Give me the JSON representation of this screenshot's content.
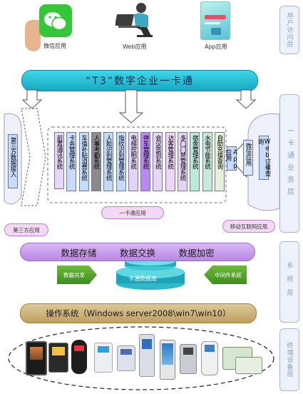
{
  "top_apps": [
    {
      "label": "微信应用",
      "icon": "wechat-icon"
    },
    {
      "label": "Web应用",
      "icon": "laptop-user-icon"
    },
    {
      "label": "App应用",
      "icon": "app-book-icon"
    }
  ],
  "t3_title": "“T3”数字企业一卡通",
  "left_module": "第三方数据接入",
  "left_pill": "第三方应用",
  "modules": [
    {
      "label": "前置通讯系统",
      "color": "#e9d7f7"
    },
    {
      "label": "卡务管理系统",
      "color": "#c7dcfa"
    },
    {
      "label": "车值补贴消费系统",
      "color": "#c5ddfc"
    },
    {
      "label": "人事考勤系统",
      "color": "#8a8a8a"
    },
    {
      "label": "人脸识别管理系统",
      "color": "#c2dbfb"
    },
    {
      "label": "指纹识别管理系统",
      "color": "#c6dcfb"
    },
    {
      "label": "电梯控制系统",
      "color": "#e6d3f6"
    },
    {
      "label": "停车管理系统",
      "color": "#b989ee"
    },
    {
      "label": "会议签到系统",
      "color": "#e8d5f6"
    },
    {
      "label": "访客管理系统",
      "color": "#efd5f1"
    },
    {
      "label": "多门门禁管理系统",
      "color": "#e6d3f4"
    },
    {
      "label": "宿舍管理系统",
      "color": "#bde9d6"
    },
    {
      "label": "水电节能系统",
      "color": "#c7ebd4"
    },
    {
      "label": "自助充值查询",
      "color": "#e7f1d9"
    }
  ],
  "center_pill": "一卡通应用",
  "mobile_modules": [
    "App应用",
    "微信应用",
    "Web订餐查询"
  ],
  "mobile_pill": "移动互联网应用",
  "storage_items": [
    "数据存储",
    "数据交换",
    "数据加密"
  ],
  "left_arrow": "数据共享",
  "right_arrow": "中间件系统",
  "database": "卡通数据库",
  "os_bar": "操作系统（Windows server2008\\win7\\win10）",
  "layers": [
    "用户访问层",
    "一卡通业务层",
    "系统层",
    "终端设备层"
  ],
  "colors": {
    "accent": "#1fb6cf",
    "layer_text": "#8aa1c7"
  }
}
